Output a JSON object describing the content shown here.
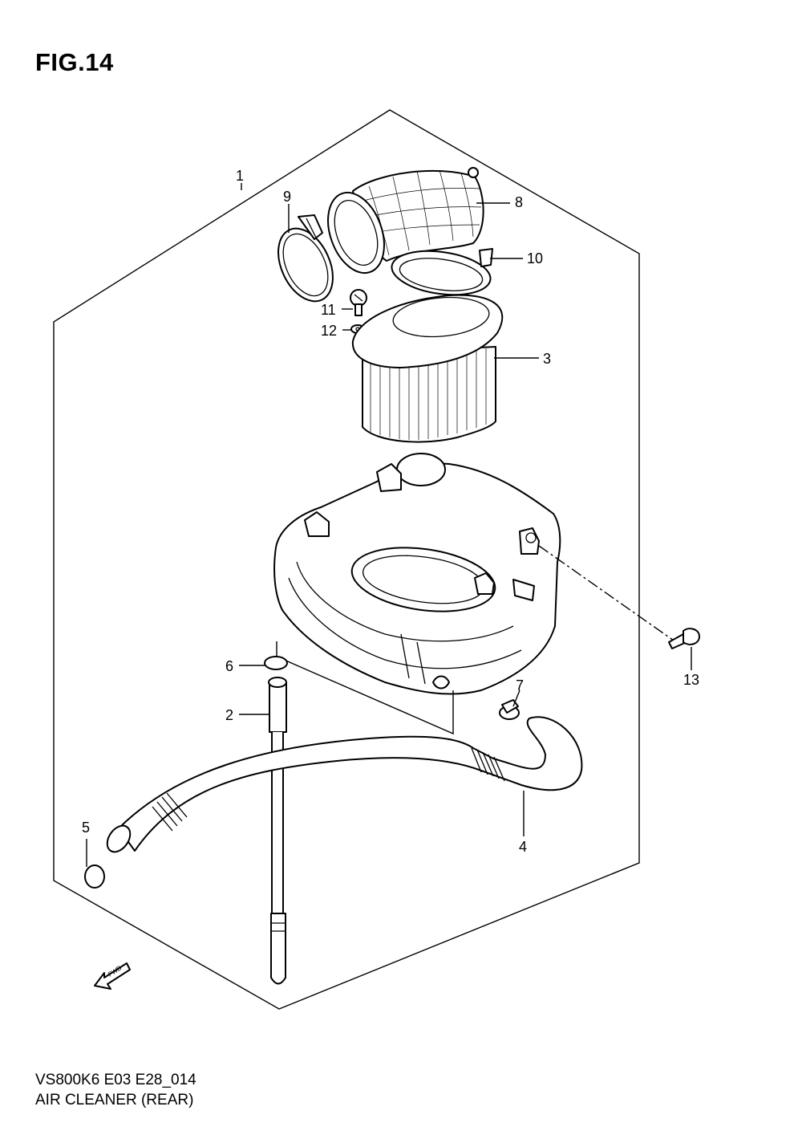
{
  "figure": {
    "title": "FIG.14"
  },
  "footer": {
    "model_code": "VS800K6 E03 E28_014",
    "section_title": "AIR CLEANER (REAR)"
  },
  "fwd_arrow": {
    "label": "FWD"
  },
  "callouts": [
    "1",
    "2",
    "3",
    "4",
    "5",
    "6",
    "7",
    "8",
    "9",
    "10",
    "11",
    "12",
    "13"
  ]
}
